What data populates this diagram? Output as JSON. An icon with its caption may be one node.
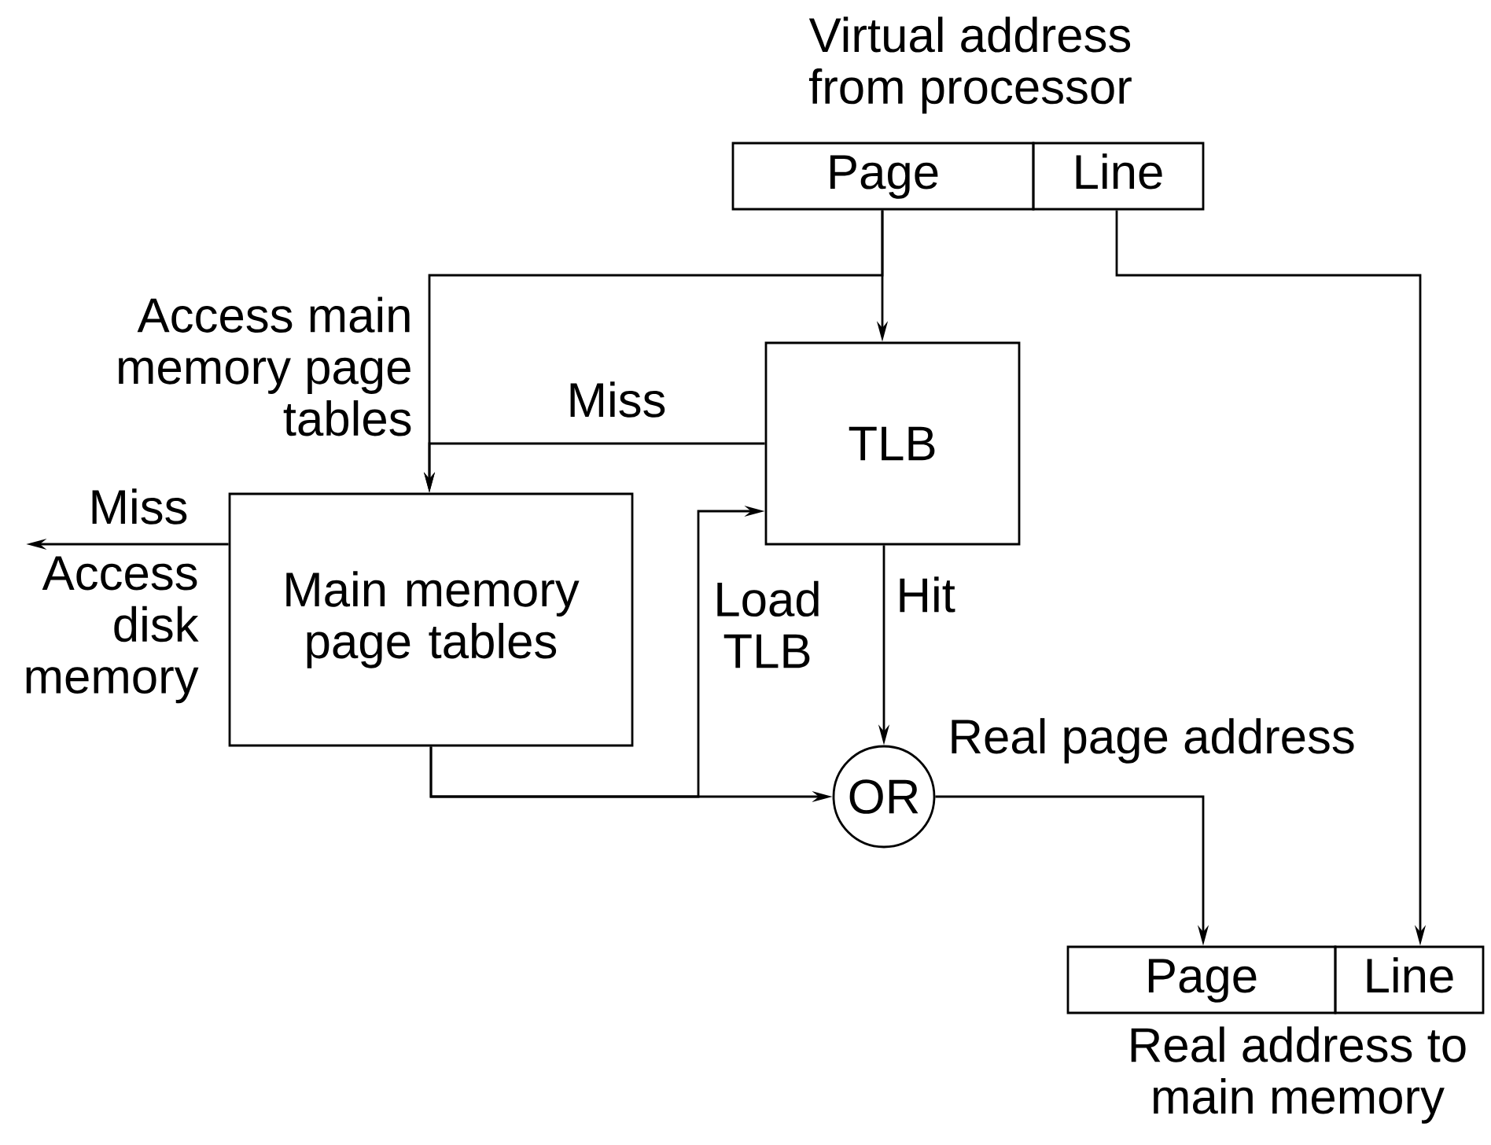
{
  "diagram": {
    "nodes": [
      {
        "text": [
          "Page"
        ],
        "beside": [
          "Virtual address from processor"
        ]
      },
      {
        "text": [
          "Line"
        ]
      },
      {
        "text": [
          "TLB"
        ]
      },
      {
        "text": [
          "Main memory page tables"
        ]
      },
      {
        "text": [
          "OR"
        ]
      },
      {
        "text": [
          "Page"
        ],
        "beside": [
          "Real address to main memory"
        ]
      },
      {
        "text": [
          "Line"
        ]
      },
      {
        "text": [
          "Access disk memory"
        ]
      }
    ],
    "edges": [
      {
        "from": 0,
        "to": 2,
        "arrow": "to"
      },
      {
        "from": 0,
        "to": 3,
        "arrow": "to",
        "label": "Access main memory page tables"
      },
      {
        "from": 2,
        "to": 3,
        "arrow": "to",
        "label": "Miss"
      },
      {
        "from": 3,
        "to": 7,
        "arrow": "to",
        "label": "Miss"
      },
      {
        "from": 3,
        "to": 4,
        "arrow": "to"
      },
      {
        "from": 3,
        "to": 2,
        "arrow": "to",
        "label": "Load TLB"
      },
      {
        "from": 2,
        "to": 4,
        "arrow": "to",
        "label": "Hit"
      },
      {
        "from": 4,
        "to": 5,
        "arrow": "to",
        "label": "Real page address"
      },
      {
        "from": 1,
        "to": 6,
        "arrow": "to"
      }
    ]
  }
}
